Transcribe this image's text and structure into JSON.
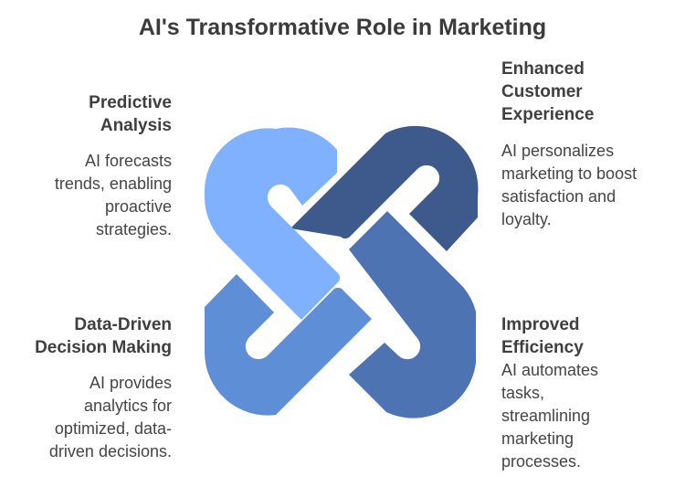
{
  "title": "AI's Transformative Role in Marketing",
  "colors": {
    "top_left_link": "#7fb1ff",
    "top_right_link": "#3e5a8c",
    "bottom_left_link": "#5e8fd6",
    "bottom_right_link": "#4e73b3"
  },
  "sections": {
    "top_left": {
      "heading": "Predictive\nAnalysis",
      "description": "AI forecasts\ntrends, enabling\nproactive\nstrategies."
    },
    "top_right": {
      "heading": "Enhanced\nCustomer\nExperience",
      "description": "AI personalizes\nmarketing to boost\nsatisfaction and\nloyalty."
    },
    "bottom_left": {
      "heading": "Data-Driven\nDecision Making",
      "description": "AI provides\nanalytics for\noptimized, data-\ndriven decisions."
    },
    "bottom_right": {
      "heading": "Improved\nEfficiency",
      "description": "AI automates\ntasks,\nstreamlining\nmarketing\nprocesses."
    }
  }
}
